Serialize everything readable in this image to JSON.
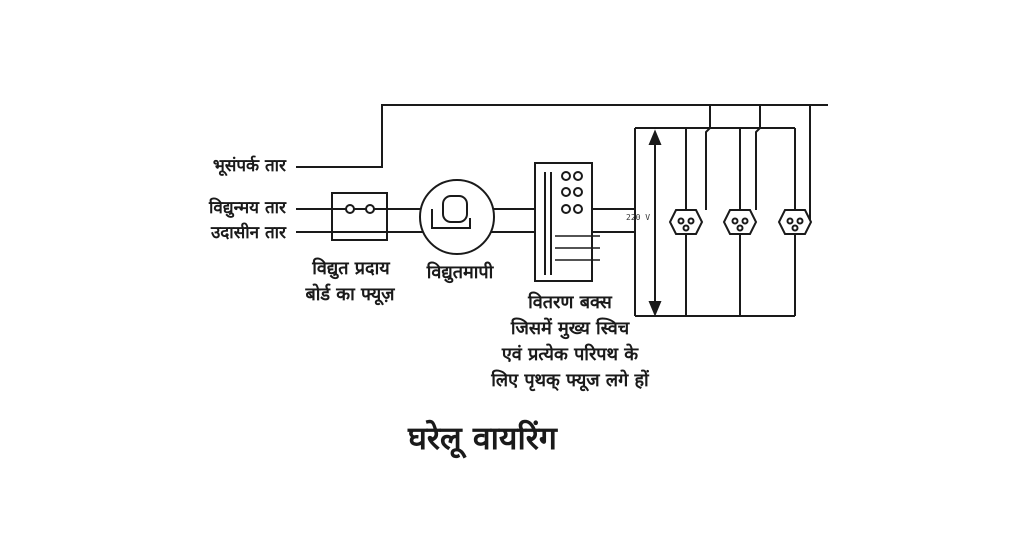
{
  "wires": {
    "earth": "भूसंपर्क तार",
    "live": "विद्युन्मय तार",
    "neutral": "उदासीन तार"
  },
  "components": {
    "fuse_line1": "विद्युत प्रदाय",
    "fuse_line2": "बोर्ड का फ्यूज़",
    "meter": "विद्युतमापी",
    "distribution_lines": [
      "वितरण बक्स",
      "जिसमें मुख्य स्विच",
      "एवं प्रत्येक परिपथ के",
      "लिए पृथक् फ्यूज लगे हों"
    ]
  },
  "voltage": "220 V",
  "title": "घरेलू वायरिंग",
  "colors": {
    "ink": "#1a1a1a",
    "background": "#ffffff"
  }
}
